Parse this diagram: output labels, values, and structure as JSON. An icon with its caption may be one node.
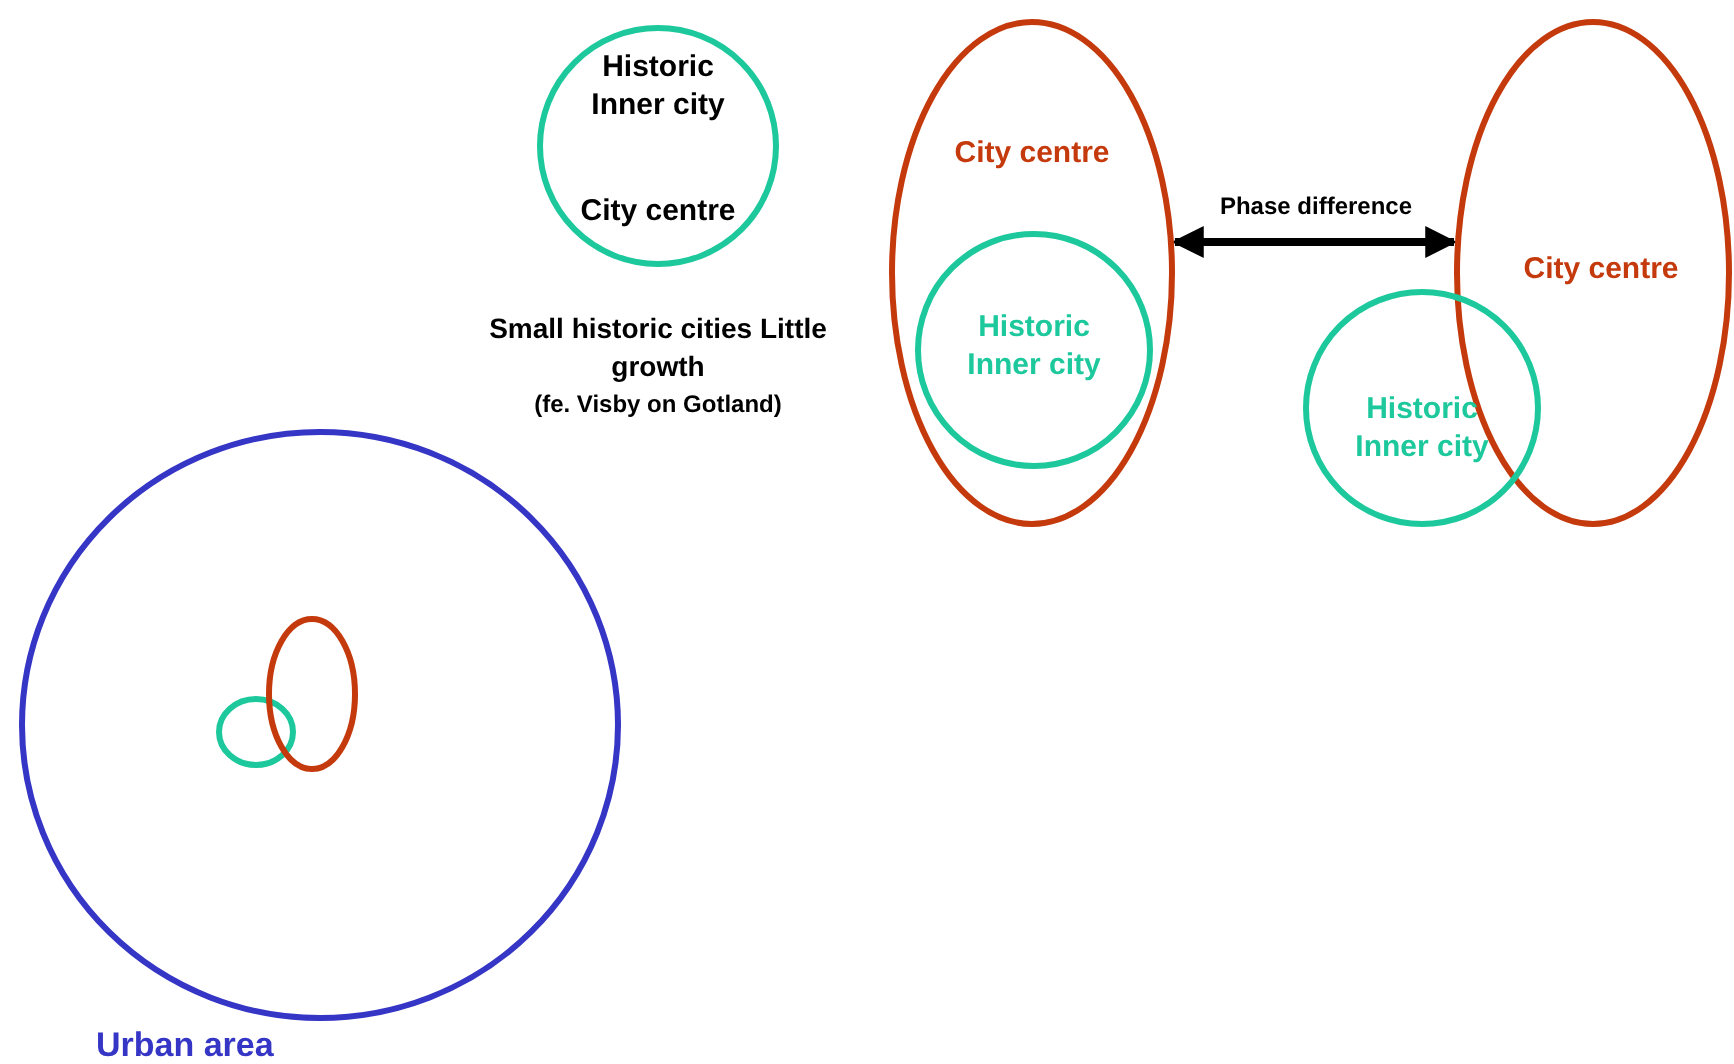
{
  "diagram": {
    "nodes": [
      {
        "text": [
          "Historic Inner city",
          "City centre"
        ],
        "beside": [
          "Small historic cities Little growth",
          "(fe. Visby on Gotland)"
        ]
      },
      {
        "text": [
          "City centre"
        ]
      },
      {
        "text": [
          "Historic Inner city"
        ],
        "in": 1
      },
      {
        "text": [
          "City centre"
        ]
      },
      {
        "text": [
          "Historic Inner city"
        ]
      },
      {
        "text": [
          "Urban area"
        ]
      },
      {
        "text": [],
        "shape": "circle",
        "in": 5
      },
      {
        "text": [],
        "shape": "circle",
        "in": 5
      }
    ],
    "edges": [
      {
        "from": 1,
        "to": 3,
        "arrow": "both",
        "label": "Phase difference"
      }
    ]
  }
}
